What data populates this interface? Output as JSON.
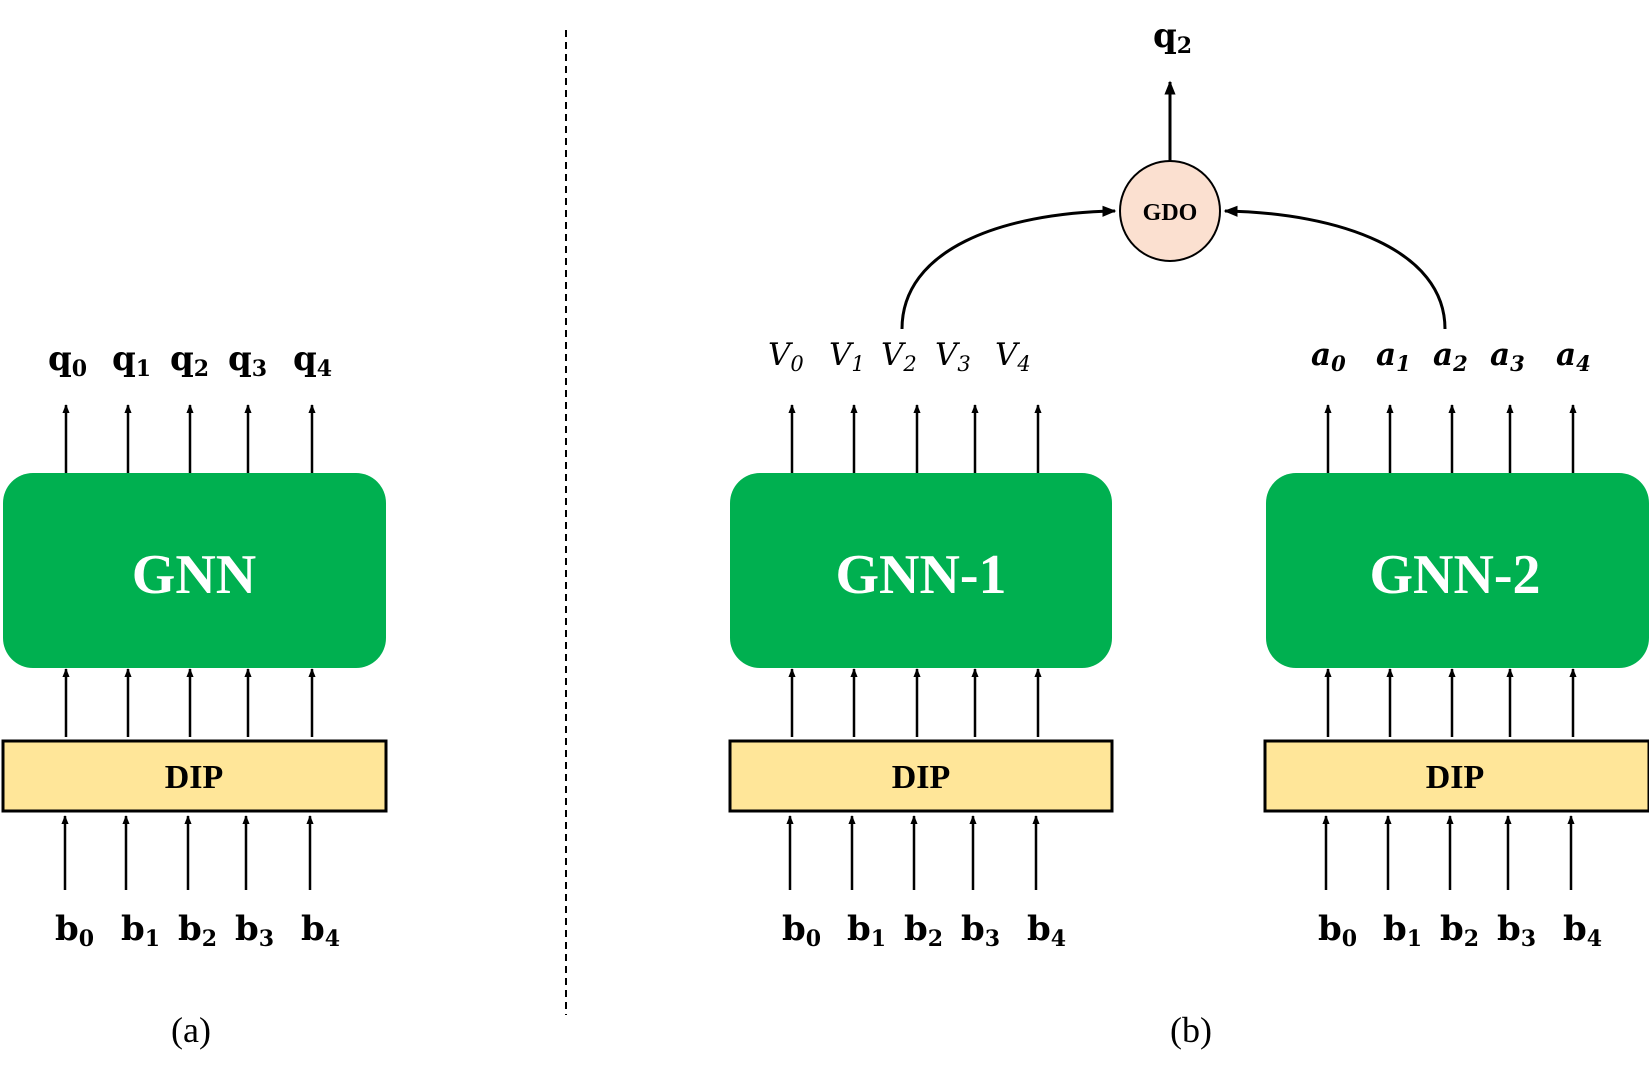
{
  "colors": {
    "gnn_fill": "#00B050",
    "dip_fill": "#FFE699",
    "gdo_fill": "#FBE0D0",
    "stroke": "#000000",
    "gnn_text": "#FFFFFF"
  },
  "panel_a": {
    "caption": "(a)",
    "gnn_label": "GNN",
    "dip_label": "DIP",
    "outputs": [
      {
        "base": "q",
        "sub": "0"
      },
      {
        "base": "q",
        "sub": "1"
      },
      {
        "base": "q",
        "sub": "2"
      },
      {
        "base": "q",
        "sub": "3"
      },
      {
        "base": "q",
        "sub": "4"
      }
    ],
    "inputs": [
      {
        "base": "b",
        "sub": "0"
      },
      {
        "base": "b",
        "sub": "1"
      },
      {
        "base": "b",
        "sub": "2"
      },
      {
        "base": "b",
        "sub": "3"
      },
      {
        "base": "b",
        "sub": "4"
      }
    ]
  },
  "panel_b": {
    "caption": "(b)",
    "gdo_label": "GDO",
    "final_output": {
      "base": "q",
      "sub": "2"
    },
    "branch1": {
      "gnn_label": "GNN-1",
      "dip_label": "DIP",
      "outputs": [
        {
          "base": "V",
          "sub": "0"
        },
        {
          "base": "V",
          "sub": "1"
        },
        {
          "base": "V",
          "sub": "2"
        },
        {
          "base": "V",
          "sub": "3"
        },
        {
          "base": "V",
          "sub": "4"
        }
      ],
      "inputs": [
        {
          "base": "b",
          "sub": "0"
        },
        {
          "base": "b",
          "sub": "1"
        },
        {
          "base": "b",
          "sub": "2"
        },
        {
          "base": "b",
          "sub": "3"
        },
        {
          "base": "b",
          "sub": "4"
        }
      ]
    },
    "branch2": {
      "gnn_label": "GNN-2",
      "dip_label": "DIP",
      "outputs": [
        {
          "base": "a",
          "sub": "0"
        },
        {
          "base": "a",
          "sub": "1"
        },
        {
          "base": "a",
          "sub": "2"
        },
        {
          "base": "a",
          "sub": "3"
        },
        {
          "base": "a",
          "sub": "4"
        }
      ],
      "inputs": [
        {
          "base": "b",
          "sub": "0"
        },
        {
          "base": "b",
          "sub": "1"
        },
        {
          "base": "b",
          "sub": "2"
        },
        {
          "base": "b",
          "sub": "3"
        },
        {
          "base": "b",
          "sub": "4"
        }
      ]
    }
  }
}
